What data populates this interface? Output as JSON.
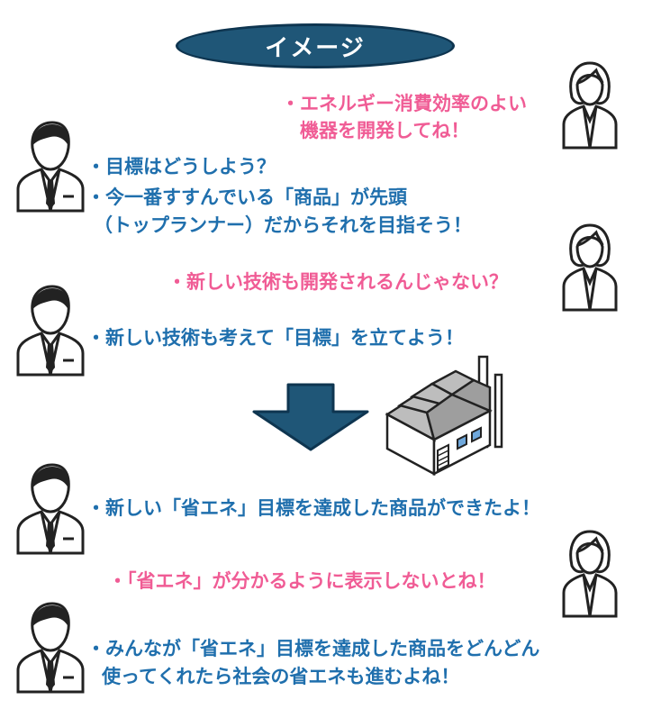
{
  "title": "イメージ",
  "colors": {
    "pill": "#1f5677",
    "pill_border": "#0e3550",
    "blue_text": "#1f6fad",
    "pink_text": "#f05c95",
    "arrow": "#1f5677"
  },
  "icons": {
    "man": "man-icon",
    "woman": "woman-icon",
    "factory": "factory-icon",
    "arrow": "arrow-down-icon"
  },
  "dialogue": {
    "w1_l1": "・エネルギー消費効率のよい",
    "w1_l2": "機器を開発してね！",
    "m1_l1": "・目標はどうしよう？",
    "m1_l2": "・今一番すすんでいる「商品」が先頭",
    "m1_l3": "（トップランナー）だからそれを目指そう！",
    "w2_l1": "・新しい技術も開発されるんじゃない？",
    "m2_l1": "・新しい技術も考えて「目標」を立てよう！",
    "m3_l1": "・新しい「省エネ」目標を達成した商品ができたよ！",
    "w3_l1": "・「省エネ」が分かるように表示しないとね！",
    "m4_l1": "・みんなが「省エネ」目標を達成した商品をどんどん",
    "m4_l2": "使ってくれたら社会の省エネも進むよね！"
  }
}
